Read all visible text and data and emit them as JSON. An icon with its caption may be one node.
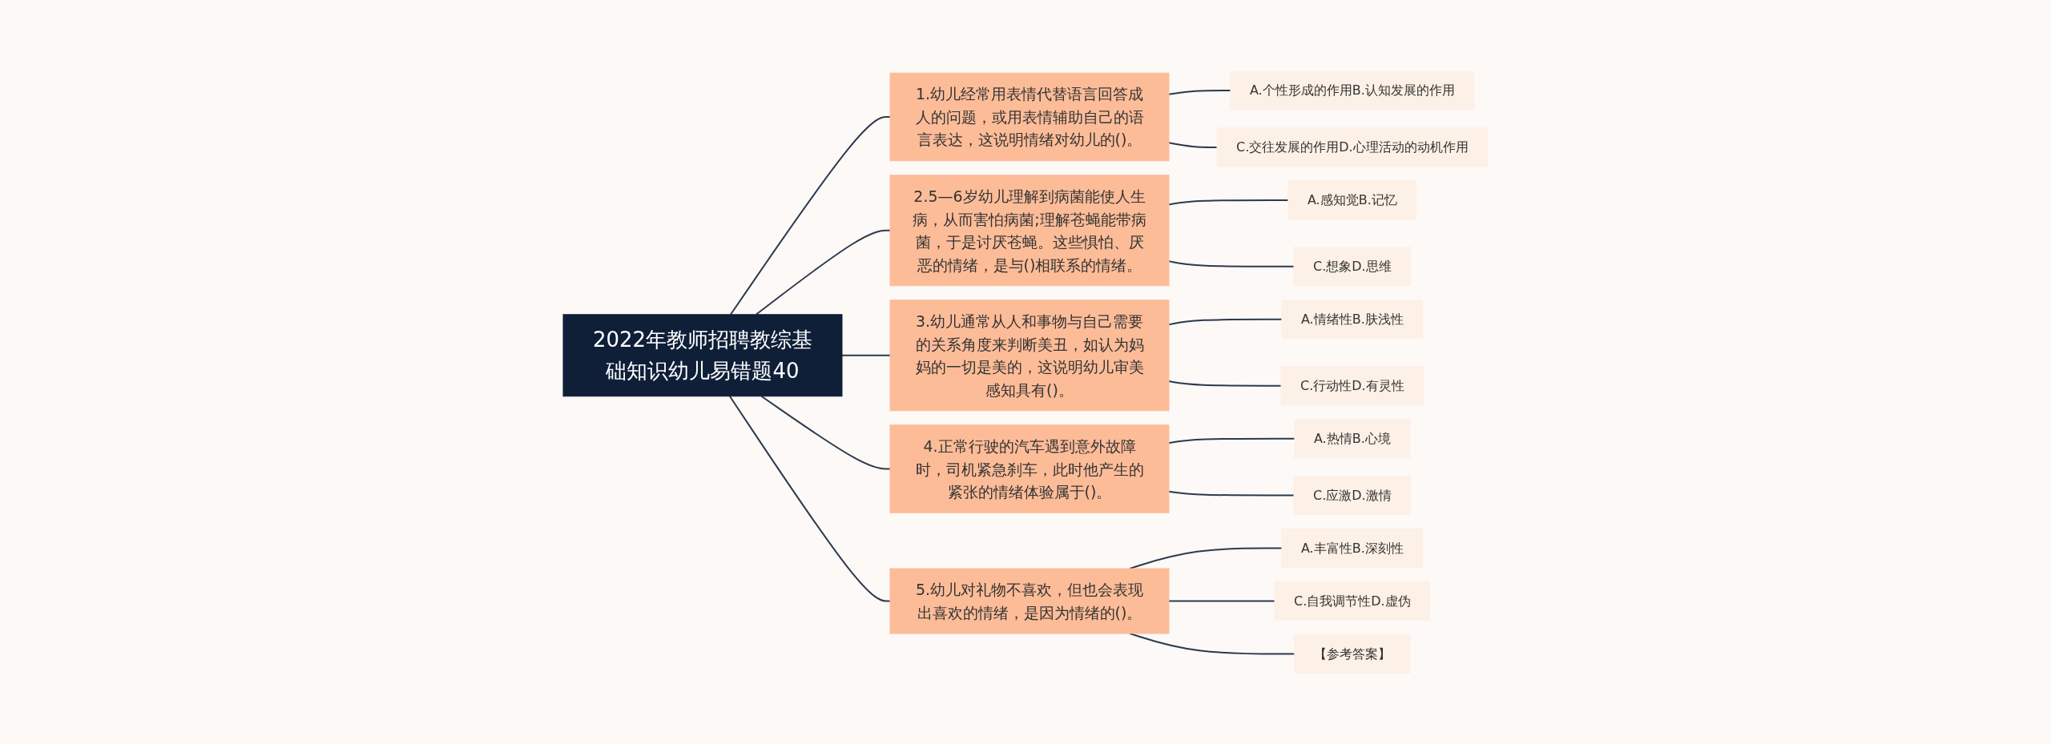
{
  "diagram": {
    "nodes": [
      {
        "text": [
          "2022年教师招聘教综基础知识幼儿易错题40"
        ]
      },
      {
        "text": [
          "1.幼儿经常用表情代替语言回答成人的问题，或用表情辅助自己的语言表达，这说明情绪对幼儿的()。"
        ]
      },
      {
        "text": [
          "A.个性形成的作用B.认知发展的作用"
        ]
      },
      {
        "text": [
          "C.交往发展的作用D.心理活动的动机作用"
        ]
      },
      {
        "text": [
          "2.5—6岁幼儿理解到病菌能使人生病，从而害怕病菌;理解苍蝇能带病菌，于是讨厌苍蝇。这些惧怕、厌恶的情绪，是与()相联系的情绪。"
        ]
      },
      {
        "text": [
          "A.感知觉B.记忆"
        ]
      },
      {
        "text": [
          "C.想象D.思维"
        ]
      },
      {
        "text": [
          "3.幼儿通常从人和事物与自己需要的关系角度来判断美丑，如认为妈妈的一切是美的，这说明幼儿审美感知具有()。"
        ]
      },
      {
        "text": [
          "A.情绪性B.肤浅性"
        ]
      },
      {
        "text": [
          "C.行动性D.有灵性"
        ]
      },
      {
        "text": [
          "4.正常行驶的汽车遇到意外故障时，司机紧急刹车，此时他产生的紧张的情绪体验属于()。"
        ]
      },
      {
        "text": [
          "A.热情B.心境"
        ]
      },
      {
        "text": [
          "C.应激D.激情"
        ]
      },
      {
        "text": [
          "5.幼儿对礼物不喜欢，但也会表现出喜欢的情绪，是因为情绪的()。"
        ]
      },
      {
        "text": [
          "A.丰富性B.深刻性"
        ]
      },
      {
        "text": [
          "C.自我调节性D.虚伪"
        ]
      },
      {
        "text": [
          "【参考答案】"
        ]
      }
    ],
    "edges": [
      {
        "from": 0,
        "to": 1,
        "arrow": "none"
      },
      {
        "from": 1,
        "to": 2,
        "arrow": "none"
      },
      {
        "from": 1,
        "to": 3,
        "arrow": "none"
      },
      {
        "from": 0,
        "to": 4,
        "arrow": "none"
      },
      {
        "from": 4,
        "to": 5,
        "arrow": "none"
      },
      {
        "from": 4,
        "to": 6,
        "arrow": "none"
      },
      {
        "from": 0,
        "to": 7,
        "arrow": "none"
      },
      {
        "from": 7,
        "to": 8,
        "arrow": "none"
      },
      {
        "from": 7,
        "to": 9,
        "arrow": "none"
      },
      {
        "from": 0,
        "to": 10,
        "arrow": "none"
      },
      {
        "from": 10,
        "to": 11,
        "arrow": "none"
      },
      {
        "from": 10,
        "to": 12,
        "arrow": "none"
      },
      {
        "from": 0,
        "to": 13,
        "arrow": "none"
      },
      {
        "from": 13,
        "to": 14,
        "arrow": "none"
      },
      {
        "from": 13,
        "to": 15,
        "arrow": "none"
      },
      {
        "from": 13,
        "to": 16,
        "arrow": "none"
      }
    ]
  }
}
